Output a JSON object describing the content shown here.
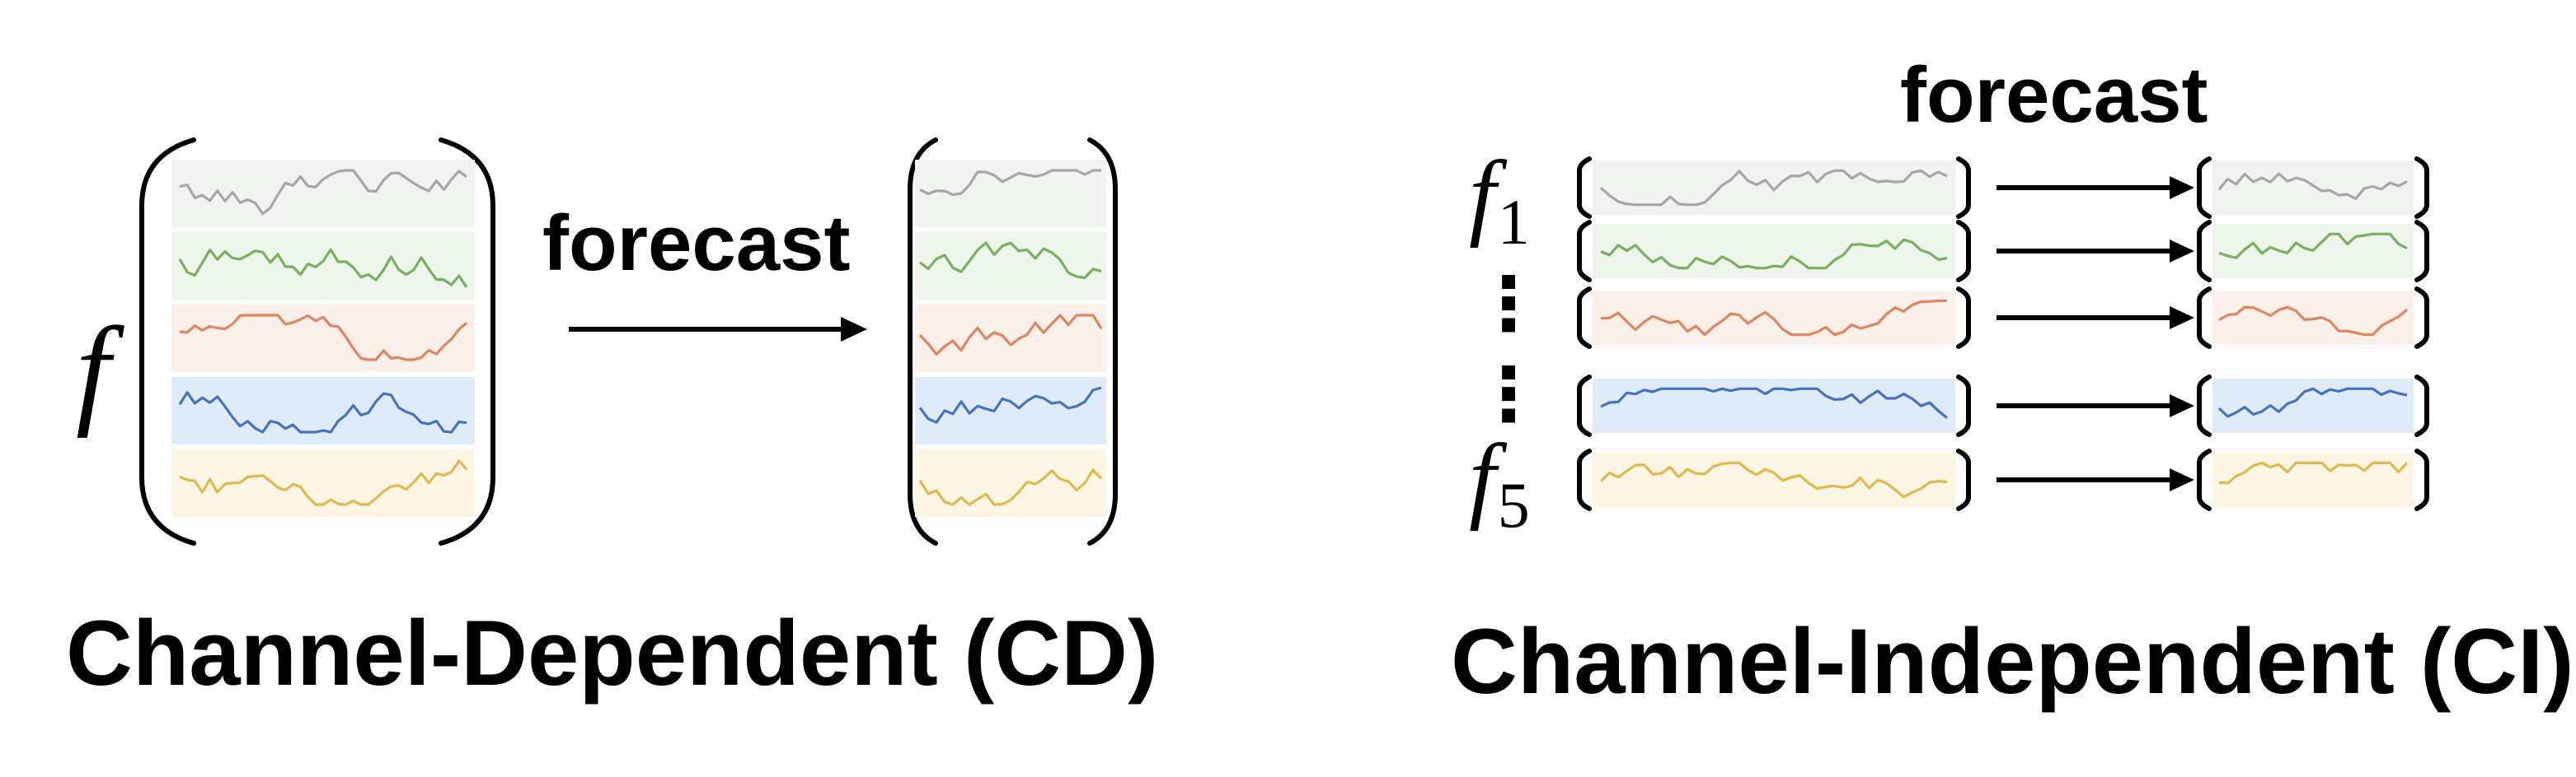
{
  "cd": {
    "title": "Channel-Dependent (CD)",
    "arrow_label": "forecast",
    "function_label": "f"
  },
  "ci": {
    "title": "Channel-Independent (CI)",
    "arrow_label": "forecast",
    "function_labels": [
      {
        "base": "f",
        "sub": "1"
      },
      {
        "base": "f",
        "sub": "5"
      }
    ],
    "ellipsis": "⋮"
  },
  "channels": [
    {
      "name": "gray",
      "line": "#a6a6a6",
      "band": "#f1f3f1"
    },
    {
      "name": "green",
      "line": "#78b15c",
      "band": "#edf5ec"
    },
    {
      "name": "orange",
      "line": "#e0855e",
      "band": "#fcf0ea"
    },
    {
      "name": "blue",
      "line": "#4472c4",
      "band": "#e0ebfa"
    },
    {
      "name": "yellow",
      "line": "#e3b84f",
      "band": "#fdf6e5"
    }
  ],
  "colors": {
    "ink": "#000000"
  }
}
